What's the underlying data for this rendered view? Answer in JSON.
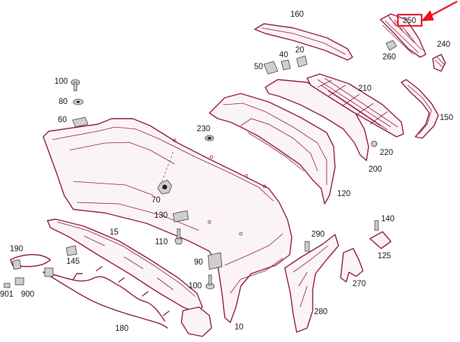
{
  "labels": {
    "p10": "10",
    "p15": "15",
    "p20": "20",
    "p40": "40",
    "p50": "50",
    "p60": "60",
    "p70": "70",
    "p80": "80",
    "p90": "90",
    "p100a": "100",
    "p100b": "100",
    "p110": "110",
    "p120": "120",
    "p125": "125",
    "p130": "130",
    "p140": "140",
    "p145": "145",
    "p150": "150",
    "p160": "160",
    "p180": "180",
    "p190": "190",
    "p200": "200",
    "p210": "210",
    "p220": "220",
    "p230": "230",
    "p250": "250",
    "p260": "260",
    "p270": "270",
    "p280": "280",
    "p290": "290",
    "p240": "240",
    "p900": "900",
    "p901": "901"
  },
  "colors": {
    "part_line": "#8a0f2e",
    "highlight": "#e8131d",
    "label_text": "#111111",
    "background": "#ffffff"
  },
  "highlight": {
    "part": "250",
    "indicator": "red-arrow"
  }
}
